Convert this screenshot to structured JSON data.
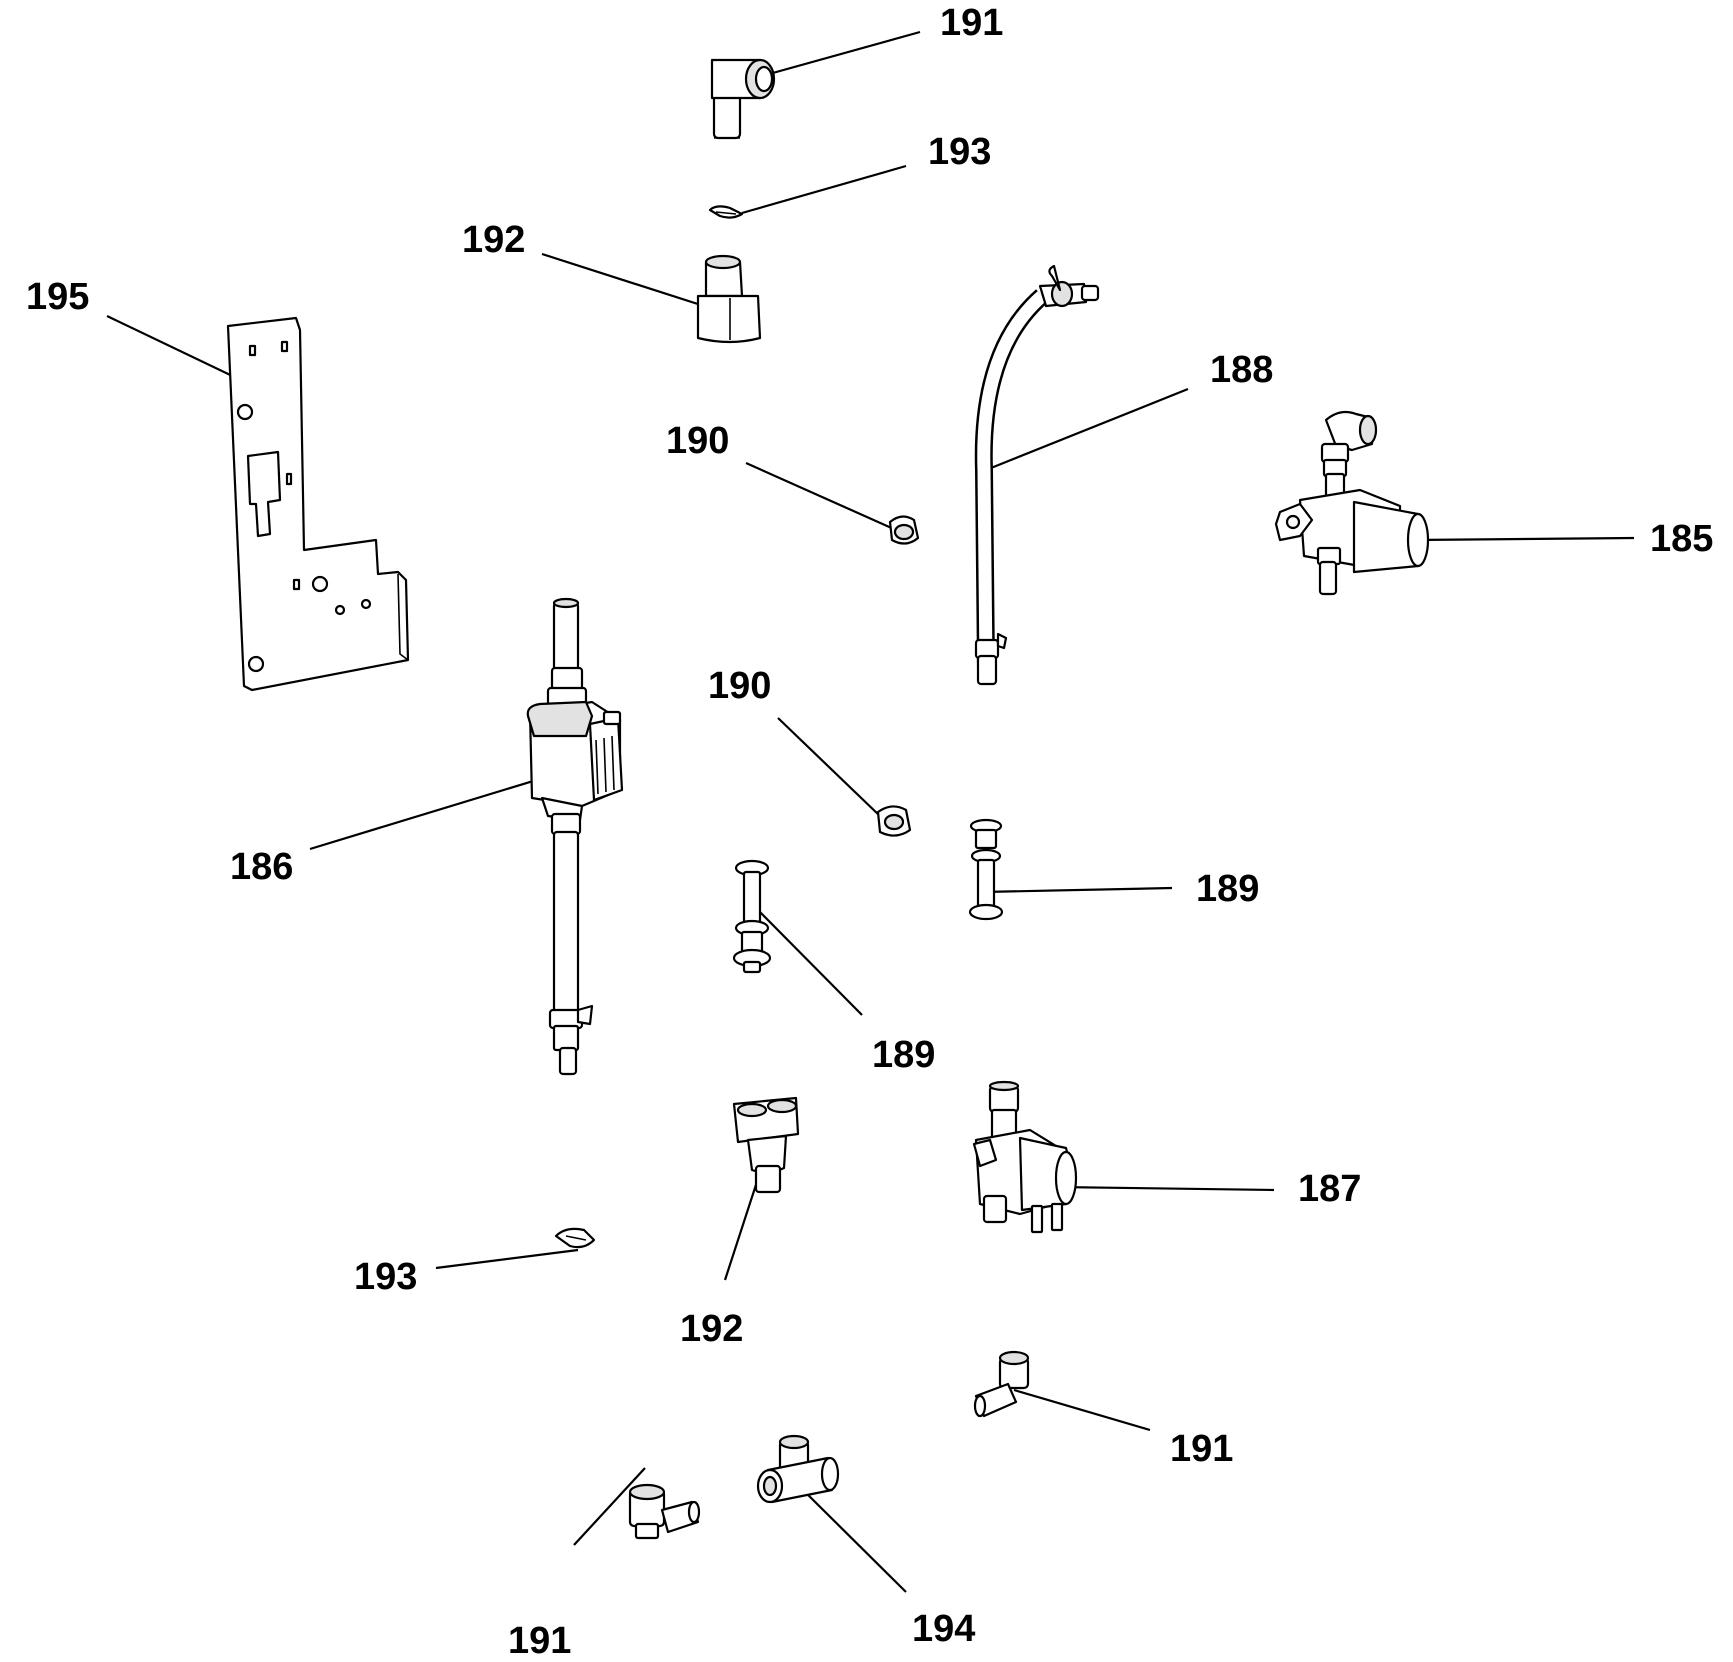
{
  "callouts": [
    {
      "id": "c191-top",
      "text": "191"
    },
    {
      "id": "c193-top",
      "text": "193"
    },
    {
      "id": "c192-top",
      "text": "192"
    },
    {
      "id": "c195",
      "text": "195"
    },
    {
      "id": "c188",
      "text": "188"
    },
    {
      "id": "c190-top",
      "text": "190"
    },
    {
      "id": "c185",
      "text": "185"
    },
    {
      "id": "c190-mid",
      "text": "190"
    },
    {
      "id": "c186",
      "text": "186"
    },
    {
      "id": "c189-right",
      "text": "189"
    },
    {
      "id": "c189-left",
      "text": "189"
    },
    {
      "id": "c187",
      "text": "187"
    },
    {
      "id": "c193-bottom",
      "text": "193"
    },
    {
      "id": "c192-bottom",
      "text": "192"
    },
    {
      "id": "c191-right",
      "text": "191"
    },
    {
      "id": "c191-bottom",
      "text": "191"
    },
    {
      "id": "c194",
      "text": "194"
    }
  ]
}
